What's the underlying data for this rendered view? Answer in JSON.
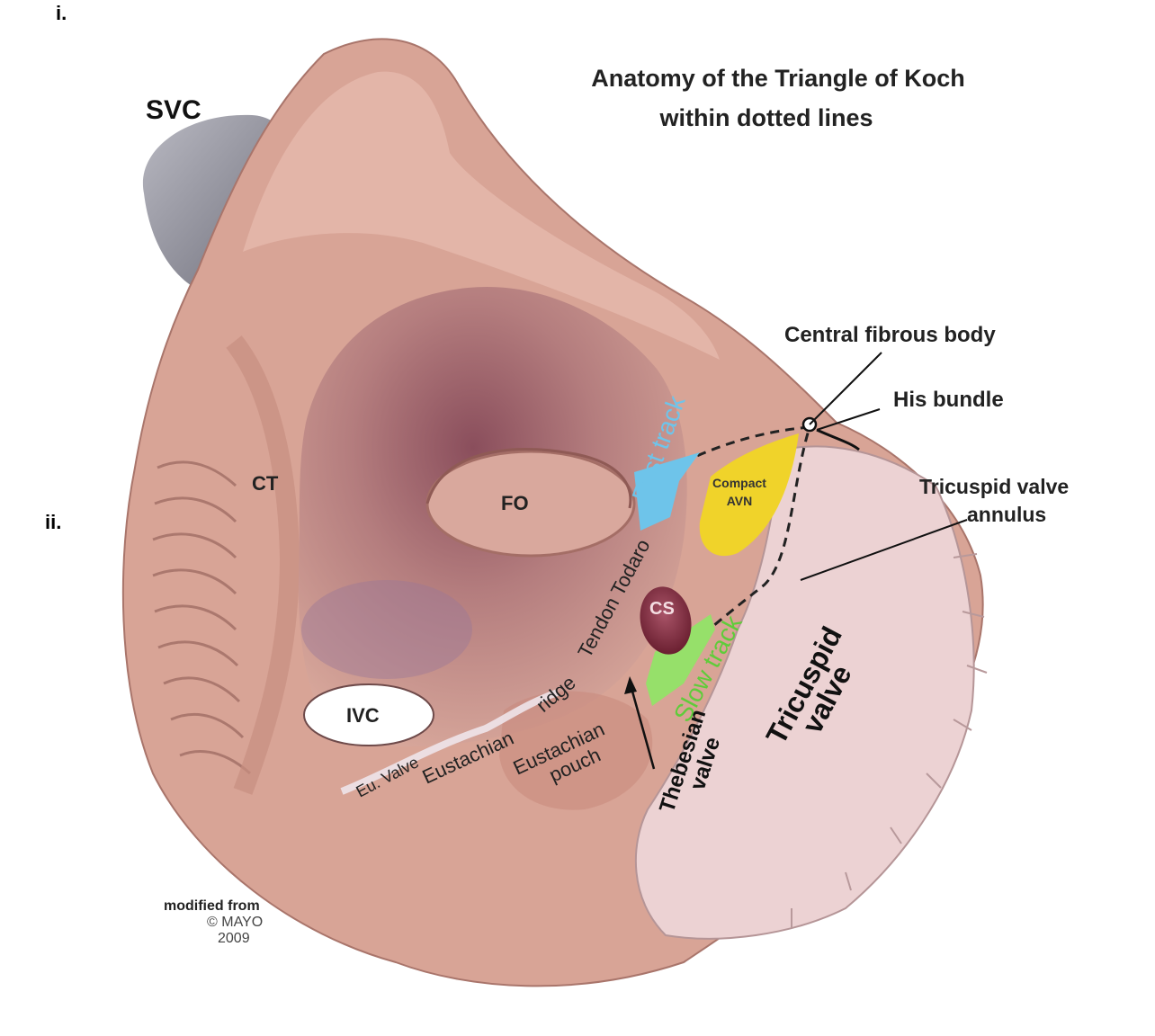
{
  "panel_markers": {
    "top": "i.",
    "middle": "ii."
  },
  "title": {
    "line1": "Anatomy of the Triangle of Koch",
    "line2": "within dotted lines"
  },
  "labels": {
    "svc": "SVC",
    "ct": "CT",
    "fo": "FO",
    "ivc": "IVC",
    "cs": "CS",
    "fast_track": "Fast track",
    "slow_track": "Slow track",
    "compact_avn_1": "Compact",
    "compact_avn_2": "AVN",
    "tendon_todaro": "Tendon Todaro",
    "eustachian_ridge_1": "Eustachian",
    "eustachian_ridge_2": "ridge",
    "eu_valve": "Eu. Valve",
    "eustachian_pouch_1": "Eustachian",
    "eustachian_pouch_2": "pouch",
    "thebesian_1": "Thebesian",
    "thebesian_2": "valve",
    "tricuspid_valve_1": "Tricuspid",
    "tricuspid_valve_2": "valve",
    "central_fibrous_body": "Central fibrous body",
    "his_bundle": "His bundle",
    "tv_annulus_1": "Tricuspid valve",
    "tv_annulus_2": "annulus"
  },
  "credit": {
    "line1": "modified from",
    "line2": "© MAYO",
    "line3": "2009"
  },
  "colors": {
    "tissue": "#d9a79a",
    "tissue_dark": "#b98478",
    "cavity": "#b77e7c",
    "valve": "#ecd3d3",
    "svc": "#8f8f98",
    "fast_track": "#6ec4ea",
    "slow_track": "#96e06a",
    "avn": "#f0d32a",
    "cs": "#7a2a3a"
  }
}
